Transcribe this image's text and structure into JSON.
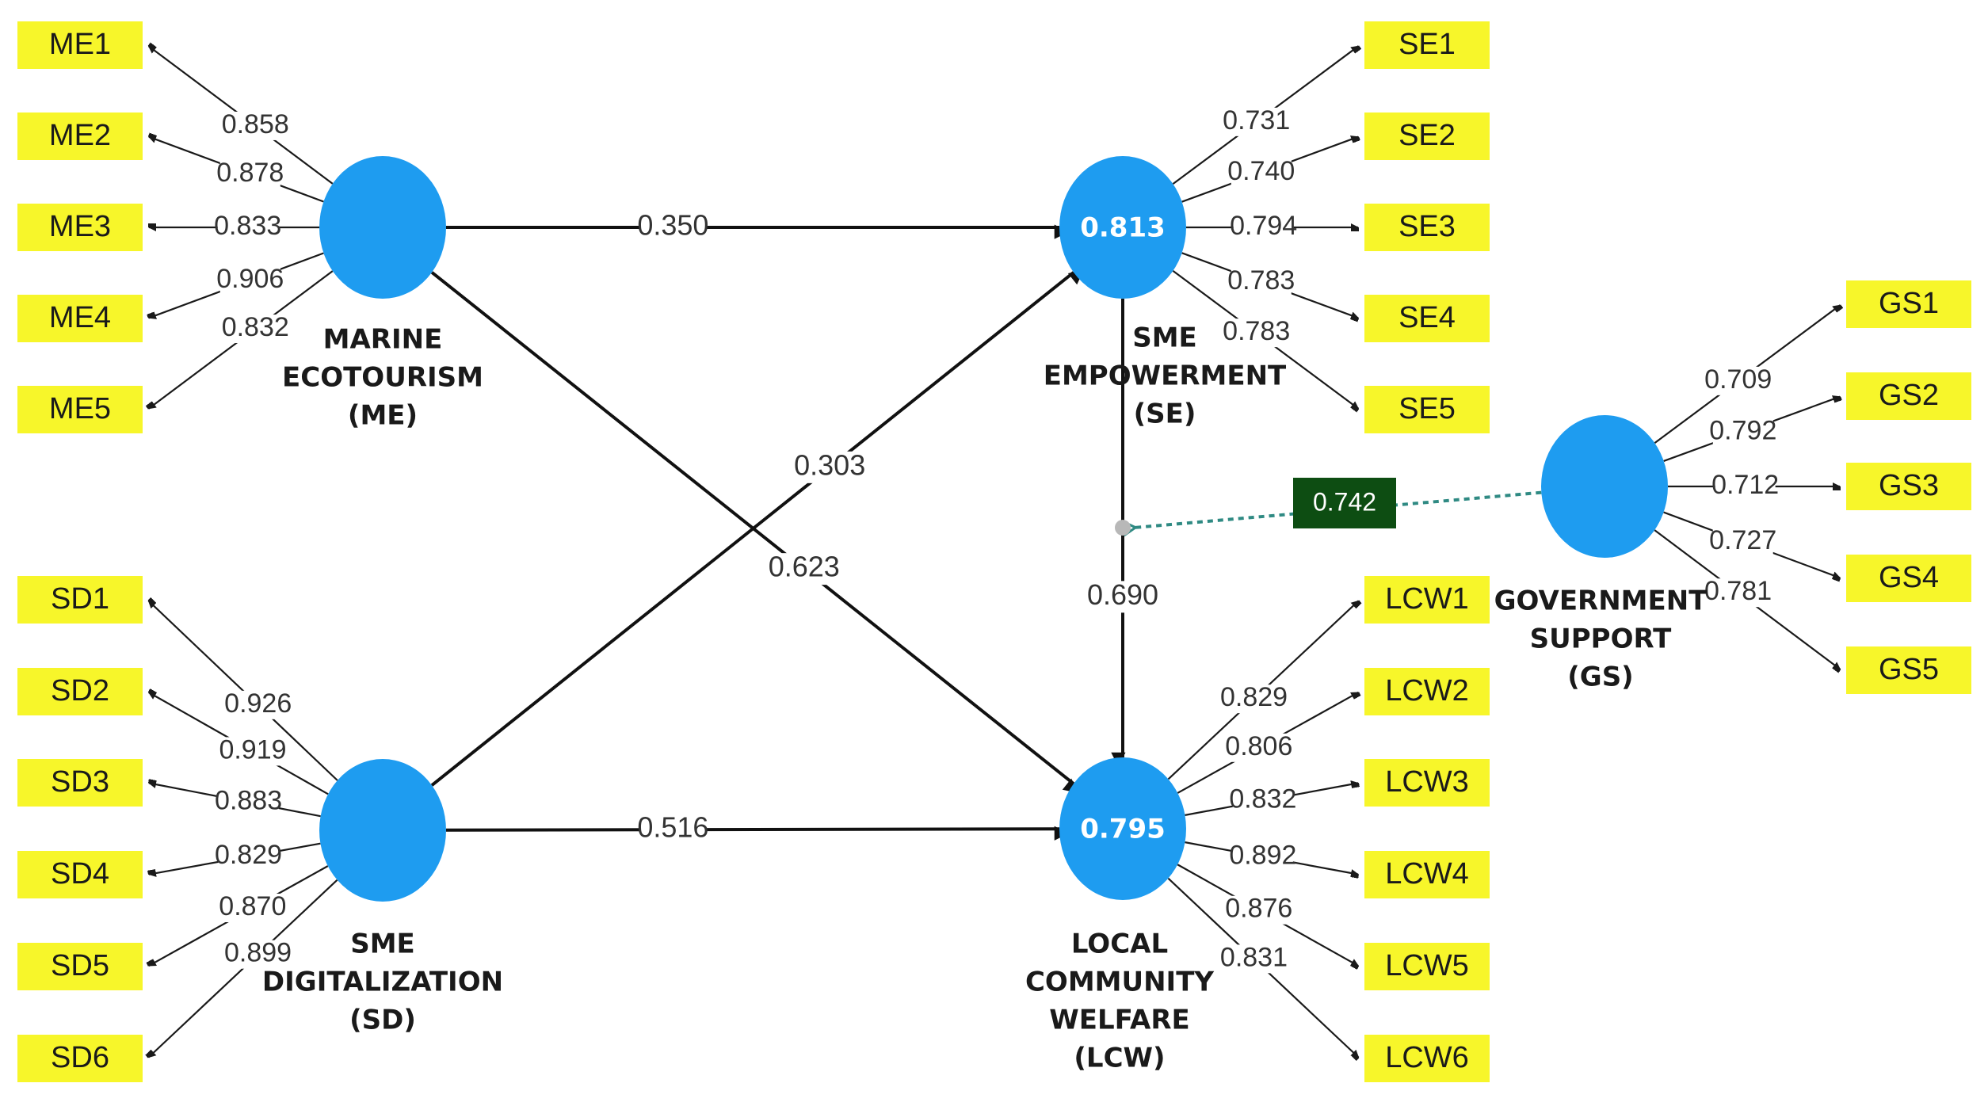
{
  "constructs": [
    {
      "id": "ME",
      "name_lines": [
        "MARINE",
        "ECOTOURISM",
        "(ME)"
      ],
      "r2": ""
    },
    {
      "id": "SD",
      "name_lines": [
        "SME",
        "DIGITALIZATION",
        "(SD)"
      ],
      "r2": ""
    },
    {
      "id": "SE",
      "name_lines": [
        "SME",
        "EMPOWERMENT",
        "(SE)"
      ],
      "r2": "0.813"
    },
    {
      "id": "LCW",
      "name_lines": [
        "LOCAL",
        "COMMUNITY",
        "WELFARE",
        "(LCW)"
      ],
      "r2": "0.795"
    },
    {
      "id": "GS",
      "name_lines": [
        "GOVERNMENT",
        "SUPPORT",
        "(GS)"
      ],
      "r2": ""
    }
  ],
  "indicators": {
    "ME": [
      {
        "label": "ME1",
        "loading": "0.858"
      },
      {
        "label": "ME2",
        "loading": "0.878"
      },
      {
        "label": "ME3",
        "loading": "0.833"
      },
      {
        "label": "ME4",
        "loading": "0.906"
      },
      {
        "label": "ME5",
        "loading": "0.832"
      }
    ],
    "SD": [
      {
        "label": "SD1",
        "loading": "0.926"
      },
      {
        "label": "SD2",
        "loading": "0.919"
      },
      {
        "label": "SD3",
        "loading": "0.883"
      },
      {
        "label": "SD4",
        "loading": "0.829"
      },
      {
        "label": "SD5",
        "loading": "0.870"
      },
      {
        "label": "SD6",
        "loading": "0.899"
      }
    ],
    "SE": [
      {
        "label": "SE1",
        "loading": "0.731"
      },
      {
        "label": "SE2",
        "loading": "0.740"
      },
      {
        "label": "SE3",
        "loading": "0.794"
      },
      {
        "label": "SE4",
        "loading": "0.783"
      },
      {
        "label": "SE5",
        "loading": "0.783"
      }
    ],
    "LCW": [
      {
        "label": "LCW1",
        "loading": "0.829"
      },
      {
        "label": "LCW2",
        "loading": "0.806"
      },
      {
        "label": "LCW3",
        "loading": "0.832"
      },
      {
        "label": "LCW4",
        "loading": "0.892"
      },
      {
        "label": "LCW5",
        "loading": "0.876"
      },
      {
        "label": "LCW6",
        "loading": "0.831"
      }
    ],
    "GS": [
      {
        "label": "GS1",
        "loading": "0.709"
      },
      {
        "label": "GS2",
        "loading": "0.792"
      },
      {
        "label": "GS3",
        "loading": "0.712"
      },
      {
        "label": "GS4",
        "loading": "0.727"
      },
      {
        "label": "GS5",
        "loading": "0.781"
      }
    ]
  },
  "paths": [
    {
      "from": "ME",
      "to": "SE",
      "coef": "0.350"
    },
    {
      "from": "SD",
      "to": "SE",
      "coef": "0.303"
    },
    {
      "from": "ME",
      "to": "LCW",
      "coef": "0.623"
    },
    {
      "from": "SD",
      "to": "LCW",
      "coef": "0.516"
    },
    {
      "from": "SE",
      "to": "LCW",
      "coef": "0.690"
    }
  ],
  "moderation": {
    "from": "GS",
    "on": "SE-LCW",
    "coef": "0.742"
  },
  "colors": {
    "latent": "#1e9cf0",
    "indicator": "#f7f62a",
    "moderator_box": "#0d4d12",
    "moderator_line": "#2f8a83"
  }
}
